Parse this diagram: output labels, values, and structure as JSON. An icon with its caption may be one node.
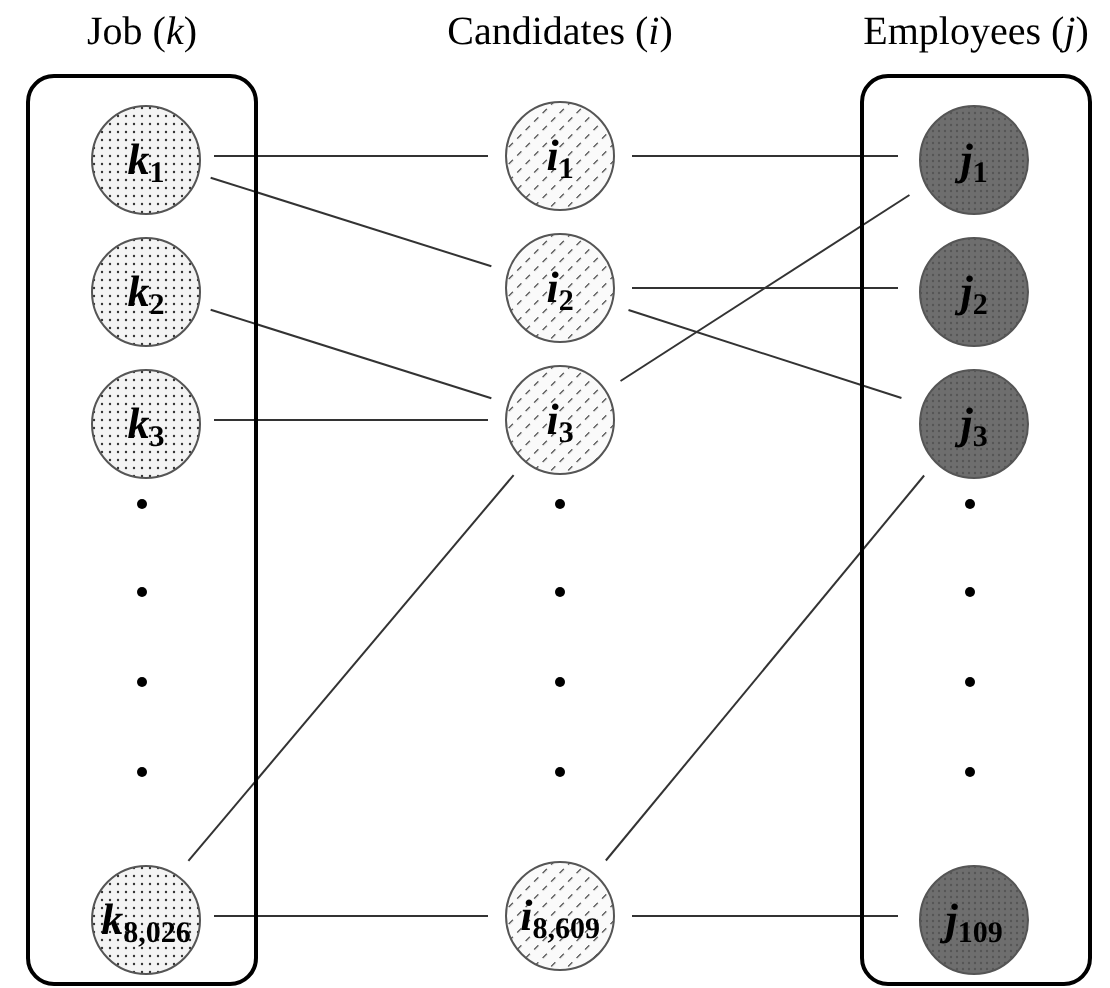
{
  "diagram": {
    "nodes": [
      {
        "text": [
          "Job (*k*)"
        ]
      },
      {
        "text": [
          "k$_{1}$"
        ],
        "in": 0
      },
      {
        "text": [
          "k$_{2}$"
        ],
        "in": 0
      },
      {
        "text": [
          "k$_{3}$"
        ],
        "in": 0
      },
      {
        "text": [
          "k$_{8,026}$"
        ],
        "in": 0
      },
      {
        "text": [
          "i$_{1}$"
        ]
      },
      {
        "text": [
          "i$_{2}$"
        ]
      },
      {
        "text": [
          "i$_{3}$"
        ]
      },
      {
        "text": [
          "i$_{8,609}$"
        ]
      },
      {
        "text": [
          "Employees (*j*)"
        ]
      },
      {
        "text": [
          "j$_{1}$"
        ],
        "in": 9
      },
      {
        "text": [
          "j$_{2}$"
        ],
        "in": 9
      },
      {
        "text": [
          "j$_{3}$"
        ],
        "in": 9
      },
      {
        "text": [
          "j$_{109}$"
        ],
        "in": 9
      }
    ],
    "edges": [
      {
        "from": 1,
        "to": 5,
        "arrow": "none"
      },
      {
        "from": 1,
        "to": 6,
        "arrow": "none"
      },
      {
        "from": 2,
        "to": 7,
        "arrow": "none"
      },
      {
        "from": 3,
        "to": 7,
        "arrow": "none"
      },
      {
        "from": 4,
        "to": 7,
        "arrow": "none"
      },
      {
        "from": 4,
        "to": 8,
        "arrow": "none"
      },
      {
        "from": 5,
        "to": 10,
        "arrow": "none"
      },
      {
        "from": 7,
        "to": 10,
        "arrow": "none"
      },
      {
        "from": 6,
        "to": 11,
        "arrow": "none"
      },
      {
        "from": 6,
        "to": 12,
        "arrow": "none"
      },
      {
        "from": 8,
        "to": 12,
        "arrow": "none"
      },
      {
        "from": 8,
        "to": 13,
        "arrow": "none"
      }
    ],
    "labels": [
      "Candidates (*i*)"
    ]
  }
}
